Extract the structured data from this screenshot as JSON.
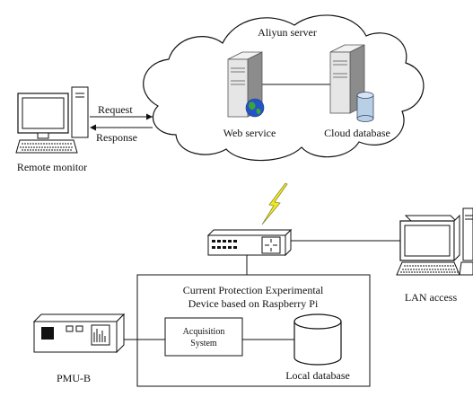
{
  "cloud": {
    "title": "Aliyun server"
  },
  "web_service": {
    "label": "Web service"
  },
  "cloud_db": {
    "label": "Cloud database"
  },
  "remote": {
    "label": "Remote monitor",
    "request_label": "Request",
    "response_label": "Response"
  },
  "device": {
    "title_line1": "Current Protection Experimental",
    "title_line2": "Device based on Raspberry Pi"
  },
  "acquisition": {
    "line1": "Acquisition",
    "line2": "System"
  },
  "local_db": {
    "label": "Local database"
  },
  "pmu": {
    "label": "PMU-B"
  },
  "lan": {
    "label": "LAN access"
  },
  "colors": {
    "line": "#111111",
    "server_light": "#e6e6e6",
    "server_dark": "#8c8c8c",
    "db_blue": "#b9cfe6",
    "lightning": "#f2ea1c",
    "globe_blue": "#2453c6",
    "globe_green": "#3ba535"
  },
  "icons": [
    "cloud-icon",
    "server-icon",
    "globe-icon",
    "database-icon",
    "computer-icon",
    "switch-icon",
    "lightning-icon",
    "pmu-device-icon",
    "laptop-icon"
  ]
}
